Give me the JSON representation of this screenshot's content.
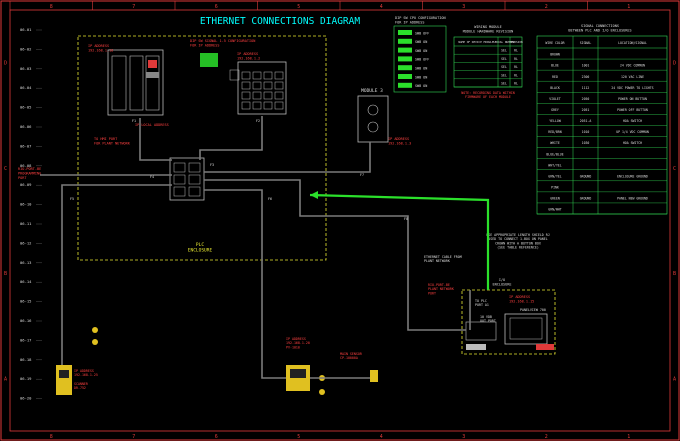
{
  "title": "ETHERNET CONNECTIONS DIAGRAM",
  "border": {
    "columns": [
      "8",
      "7",
      "6",
      "5",
      "4",
      "3",
      "2",
      "1"
    ],
    "rows": [
      "D",
      "C",
      "B",
      "A"
    ]
  },
  "line_numbers": [
    "06-01",
    "06-02",
    "06-03",
    "06-04",
    "06-05",
    "06-06",
    "06-07",
    "06-08",
    "06-09",
    "06-10",
    "06-11",
    "06-12",
    "06-13",
    "06-14",
    "06-15",
    "06-16",
    "06-17",
    "06-18",
    "06-19",
    "06-20"
  ],
  "plc_enclosure": {
    "label": "PLC\nENCLOSURE",
    "ip_plc": "IP ADDRESS\n192.168.1.10",
    "ip_local": "IP LOCAL ADDRESS",
    "to_hmi": "TO HMI PORT\nFOR PLANT NETWORK",
    "switch_ip": "IP ADDRESS\n192.168.1.2",
    "dip_config": "DIP SW SIGNAL 1-5 CONFIGURATION\nFOR IP ADDRESS",
    "prog_port": "RIO-PORT-BE\nPROGRAMMING\nPORT"
  },
  "module3": {
    "title": "MODULE 3",
    "ip": "IP ADDRESS\n192.168.1.3"
  },
  "dip_table": {
    "title": "DIP SW CPU CONFIGURATION\nFOR IP ADDRESS",
    "rows": [
      "SWB OFF",
      "SWB ON",
      "SWB ON",
      "SWB OFF",
      "SWB ON",
      "SWB ON",
      "SWB ON"
    ]
  },
  "wiring_table": {
    "title": "WIRING MODULE\nMODULE HARDWARE REVISION",
    "headers": [
      "NAME OF DEVICE MODULE",
      "SERIAL NUMBER",
      "REVISION"
    ],
    "rows": [
      [
        "",
        "SEL",
        "RL"
      ],
      [
        "",
        "SEL",
        "RL"
      ],
      [
        "",
        "SEL",
        "RL"
      ],
      [
        "",
        "SEL",
        "RL"
      ],
      [
        "",
        "SEL",
        "RL"
      ]
    ],
    "note": "NOTE: RECORDING DATA WITHIN\nFIRMWARE OF EACH MODULE"
  },
  "signal_table": {
    "title": "SIGNAL CONNECTIONS\nBETWEEN PLC AND I/O ENCLOSURES",
    "headers": [
      "WIRE COLOR",
      "SIGNAL",
      "LOCATION/SIGNAL"
    ],
    "rows": [
      [
        "BROWN",
        "",
        ""
      ],
      [
        "BLUE",
        "1001",
        "24 VDC COMMON"
      ],
      [
        "RED",
        "2300",
        "120 VAC LINE"
      ],
      [
        "BLACK",
        "1112",
        "24 VDC POWER TO LIGHTS"
      ],
      [
        "VIOLET",
        "2050",
        "POWER ON BUTTON"
      ],
      [
        "GREY",
        "2051",
        "POWER OFF BUTTON"
      ],
      [
        "YELLOW",
        "2051-A",
        "HOA SWITCH"
      ],
      [
        "RED/BRN",
        "1010",
        "UP 1/4 VDC COMMON"
      ],
      [
        "WHITE",
        "1030",
        "HOA SWITCH"
      ],
      [
        "BLUE/BLUE",
        "",
        ""
      ],
      [
        "WHT/YEL",
        "",
        ""
      ],
      [
        "GRN/YEL",
        "GROUND",
        "ENCLOSURE GROUND"
      ],
      [
        "PINK",
        "",
        ""
      ],
      [
        "GREEN",
        "GROUND",
        "PANEL NEW GROUND"
      ],
      [
        "GRN/WHT",
        "",
        ""
      ]
    ]
  },
  "io_enclosure": {
    "label": "I/O\nENCLOSURE",
    "ip": "IP ADDRESS\n192.168.1.15",
    "panelview": "PANELVIEW 700",
    "plant_port": "RIO-PORT-BE\nPLANT NETWORK\nPORT",
    "from_plant": "ETHERNET CABLE FROM\nPLANT NETWORK",
    "note": "USE APPROPRIATE LENGTH SHIELD RJ\nUSED TO CONNECT 1-BOX ON PANEL\nCROWN WITH A BUTTON BOX\n(SEE TABLE REFERENCE)",
    "to_plc_port": "TO PLC\nPORT A1",
    "vdc_port": "10 VDB\nOUT PORT"
  },
  "scanner": {
    "label": "SCANNER\nDR-752",
    "ip": "IP ADDRESS\n192.168.1.25"
  },
  "drive": {
    "ip": "IP ADDRESS\n192.168.1.20\nPV-1010",
    "sensor": "MAIN SENSOR\nCP-10000A"
  },
  "cable_labels": [
    "F1",
    "F2",
    "F3",
    "F4",
    "F5",
    "F6",
    "F7",
    "F8"
  ],
  "colors": {
    "background": "#000000",
    "title": "#00ffff",
    "border": "#e03a3a",
    "enclosure": "#e8e832",
    "cable": "#7a7a7a",
    "green_cable": "#2be02b",
    "table_line": "#33dd55",
    "label_red": "#ff4040",
    "label_yellow": "#f0e040",
    "label_white": "#dddddd",
    "device_grey": "#bbbbbb",
    "device_yellow": "#e0c020"
  }
}
